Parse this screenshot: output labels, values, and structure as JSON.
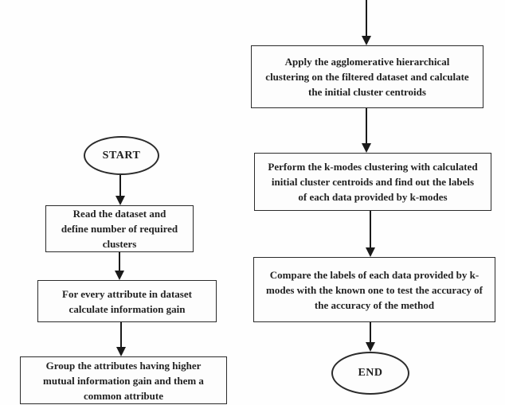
{
  "diagram": {
    "type": "flowchart",
    "background_color": "#fefefe",
    "line_color": "#1a1a1a",
    "border_color": "#2b2b2b",
    "left_branch": {
      "start_label": "START",
      "steps": [
        "Read the dataset and\ndefine number of required\nclusters",
        "For every attribute in dataset\ncalculate information gain",
        "Group the attributes having higher\nmutual information gain and them a\ncommon attribute"
      ]
    },
    "right_branch": {
      "steps": [
        "Apply the agglomerative hierarchical\nclustering on the filtered dataset and calculate\nthe initial cluster centroids",
        "Perform the k-modes clustering with calculated\ninitial cluster centroids and find out the labels\nof each data provided by k-modes",
        "Compare the labels of each data provided by k-\nmodes with the known one to test the accuracy of\nthe accuracy of the method"
      ],
      "end_label": "END"
    }
  }
}
